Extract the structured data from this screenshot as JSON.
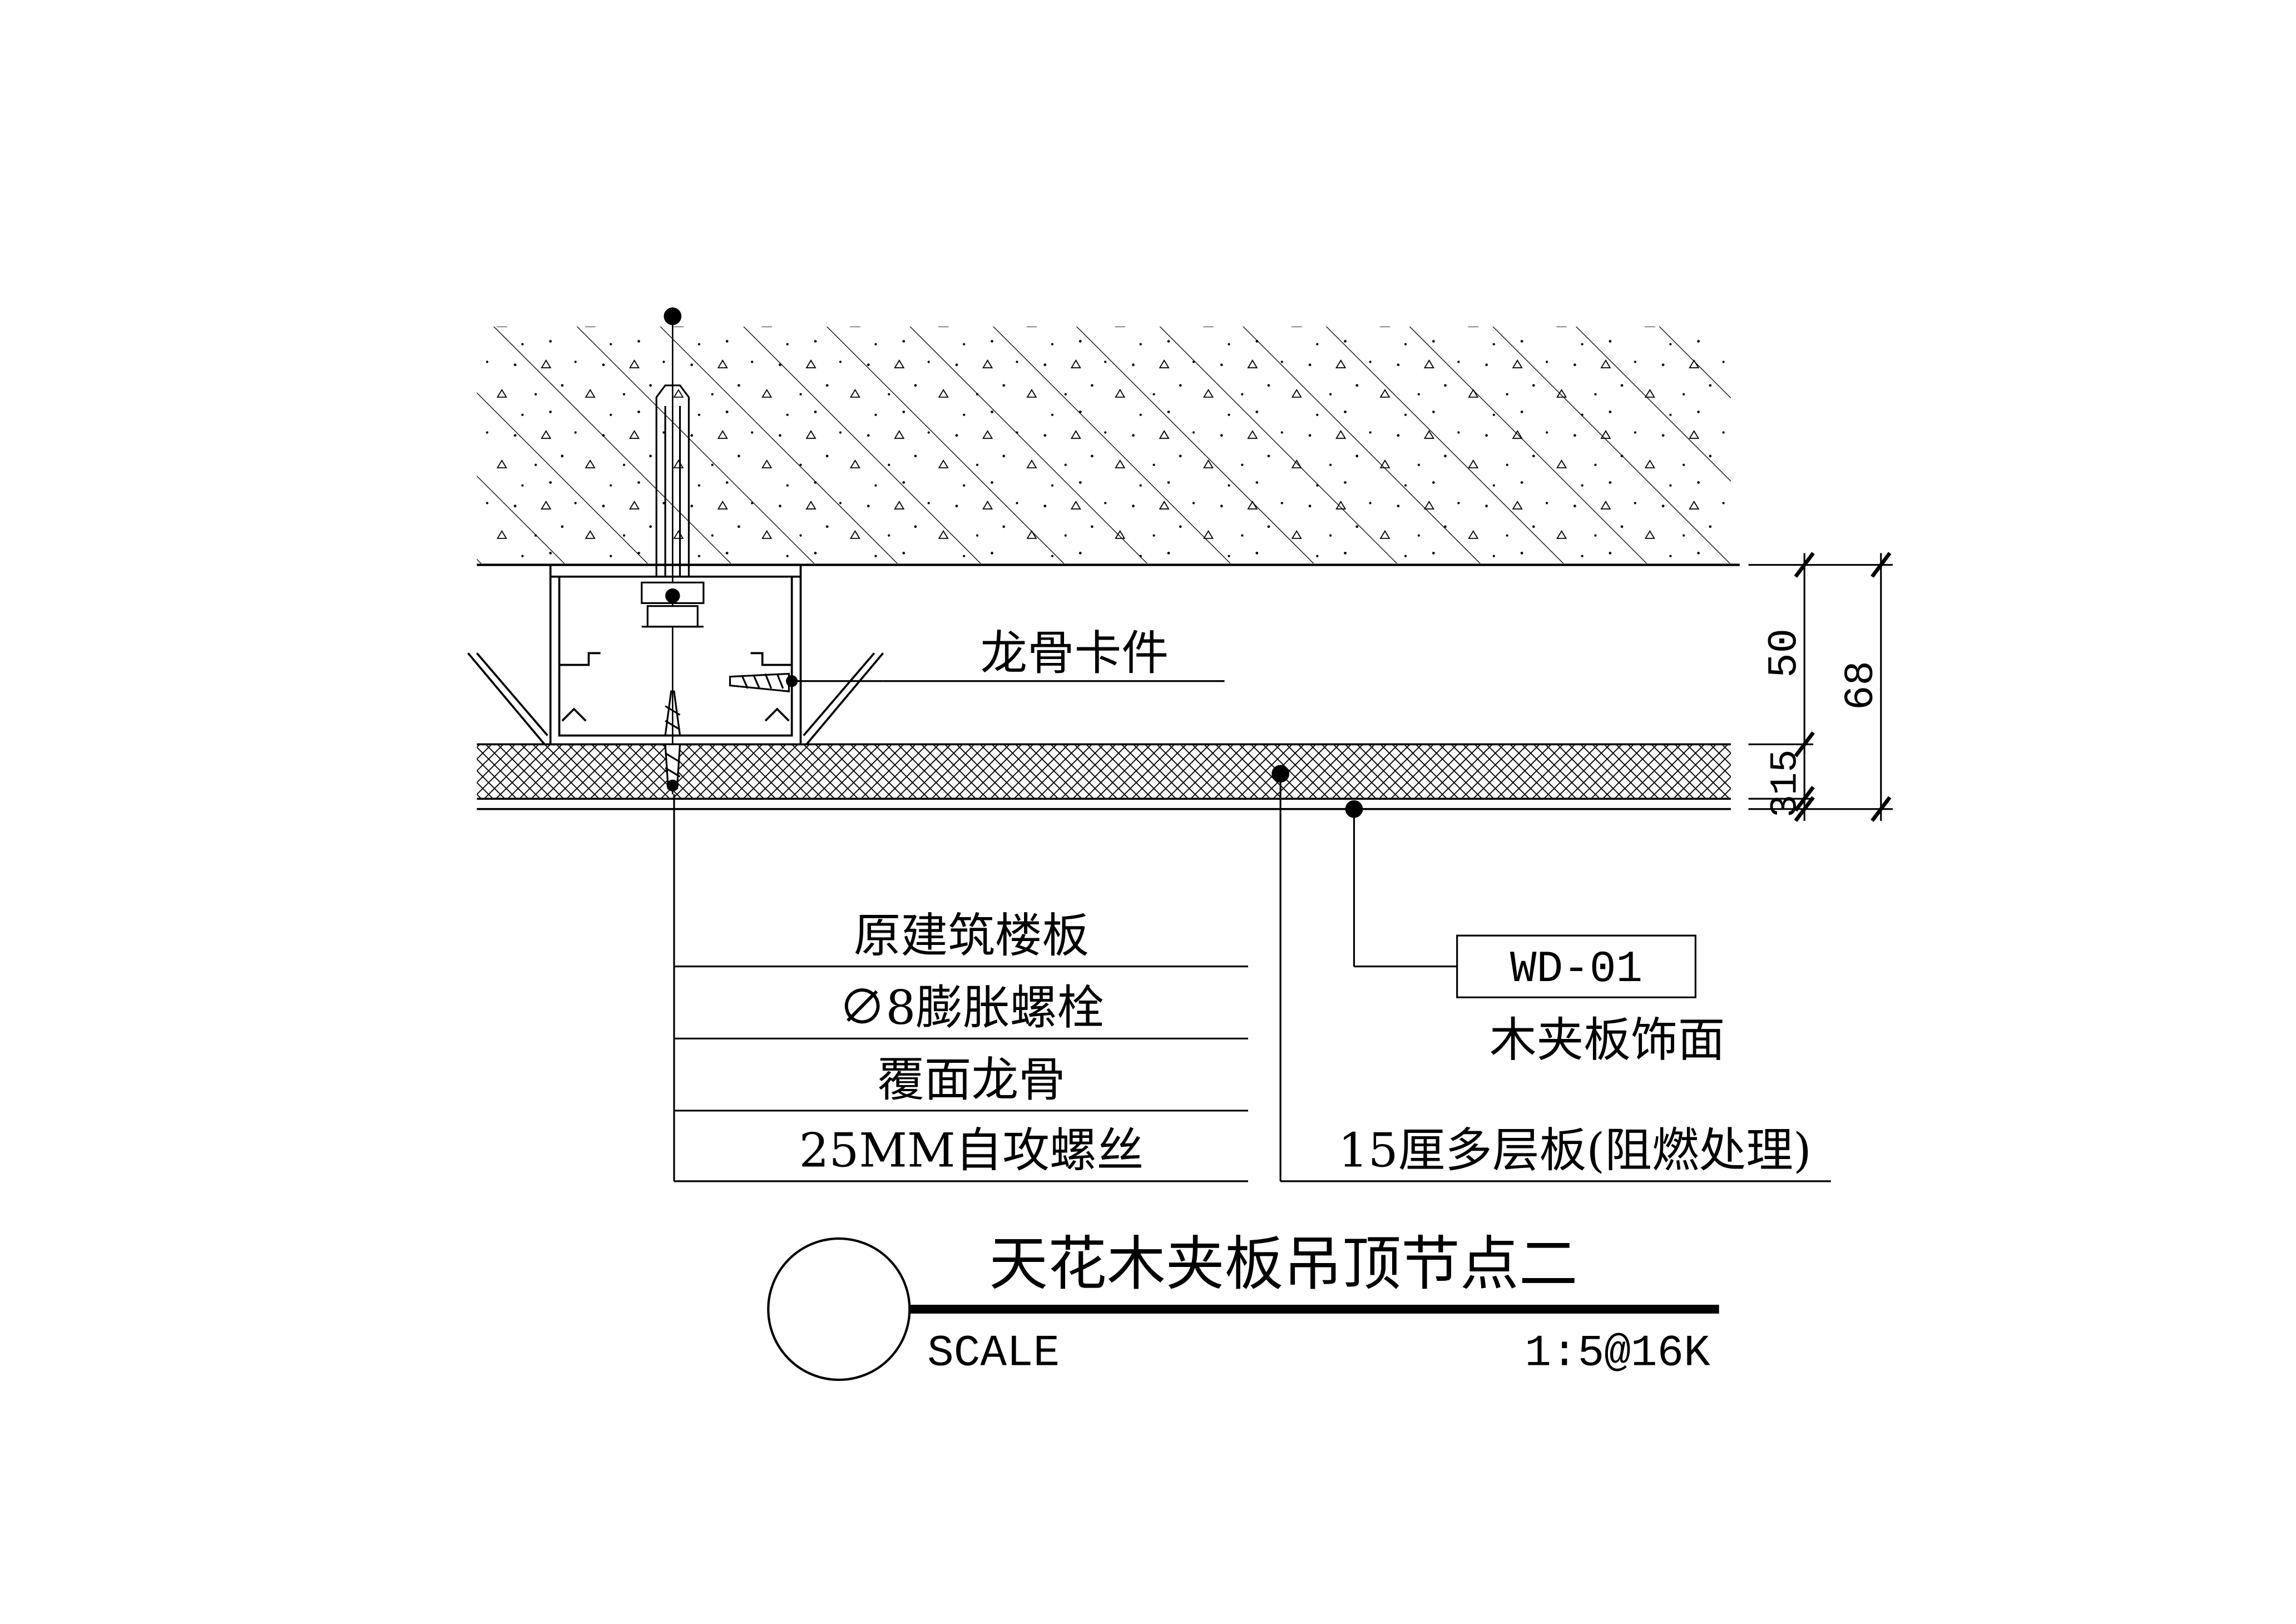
{
  "labels": {
    "keel_clip": "龙骨卡件",
    "floor_slab": "原建筑楼板",
    "bolt": "∅8膨胀螺栓",
    "cover_keel": "覆面龙骨",
    "screw": "25MM自攻螺丝",
    "plywood": "15厘多层板(阻燃处理)",
    "finish_code": "WD-01",
    "finish_name": "木夹板饰面"
  },
  "dimensions": {
    "d50": "50",
    "d68": "68",
    "d15": "15",
    "d3": "3"
  },
  "title_block": {
    "title": "天花木夹板吊顶节点二",
    "scale_label": "SCALE",
    "scale_value": "1:5@16K"
  },
  "colors": {
    "line": "#000000",
    "background": "#ffffff"
  }
}
